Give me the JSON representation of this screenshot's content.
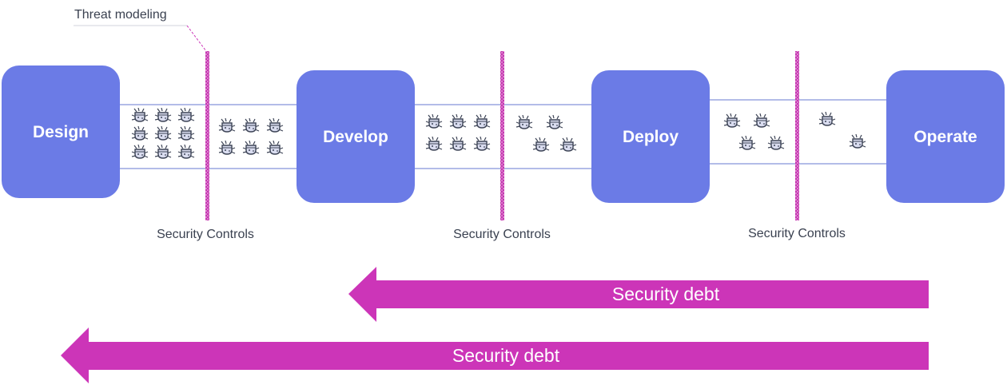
{
  "annotation": {
    "label": "Threat modeling"
  },
  "stages": [
    {
      "label": "Design"
    },
    {
      "label": "Develop"
    },
    {
      "label": "Deploy"
    },
    {
      "label": "Operate"
    }
  ],
  "controls": [
    {
      "label": "Security Controls"
    },
    {
      "label": "Security Controls"
    },
    {
      "label": "Security Controls"
    }
  ],
  "debt_arrows": [
    {
      "label": "Security debt"
    },
    {
      "label": "Security debt"
    }
  ],
  "bug_icon": "bug-icon",
  "colors": {
    "stage_fill": "#6b7be6",
    "magenta": "#cc35b8",
    "pipe_line": "#9aa6e0",
    "bug_stroke": "#3d4456",
    "bug_fill": "#d9dcef"
  }
}
